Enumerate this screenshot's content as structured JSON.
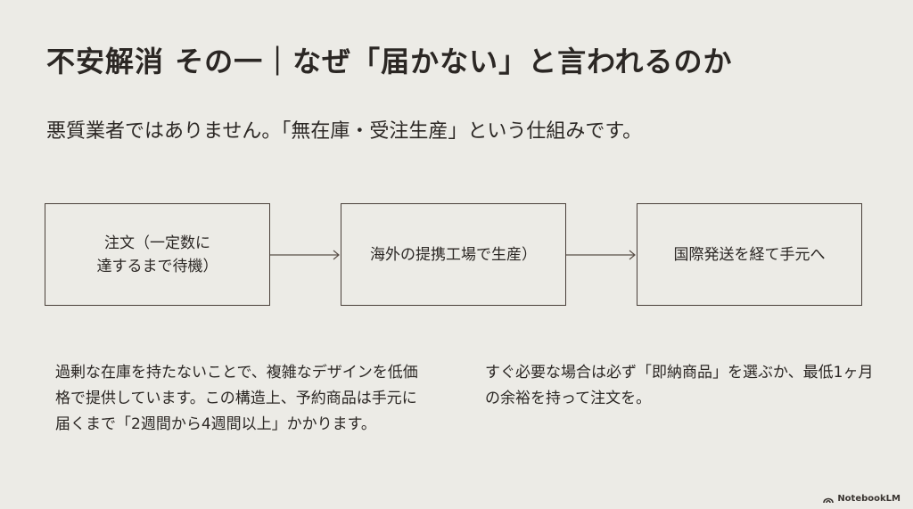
{
  "title": "不安解消 その一｜なぜ「届かない」と言われるのか",
  "subtitle": "悪質業者ではありません。「無在庫・受注生産」という仕組みです。",
  "flow": {
    "steps": [
      {
        "line1": "注文（一定数に",
        "line2": "達するまで待機）"
      },
      {
        "line1": "海外の提携工場で生産）",
        "line2": ""
      },
      {
        "line1": "国際発送を経て手元へ",
        "line2": ""
      }
    ]
  },
  "notes": {
    "left": "過剰な在庫を持たないことで、複雑なデザインを低価格で提供しています。この構造上、予約商品は手元に届くまで「2週間から4週間以上」かかります。",
    "right": "すぐ必要な場合は必ず「即納商品」を選ぶか、最低1ヶ月の余裕を持って注文を。"
  },
  "footer": {
    "brand": "NotebookLM",
    "icon": "notebooklm-logo-icon"
  },
  "colors": {
    "background": "#ecebe6",
    "text": "#2b2724",
    "border": "#4a403a"
  }
}
